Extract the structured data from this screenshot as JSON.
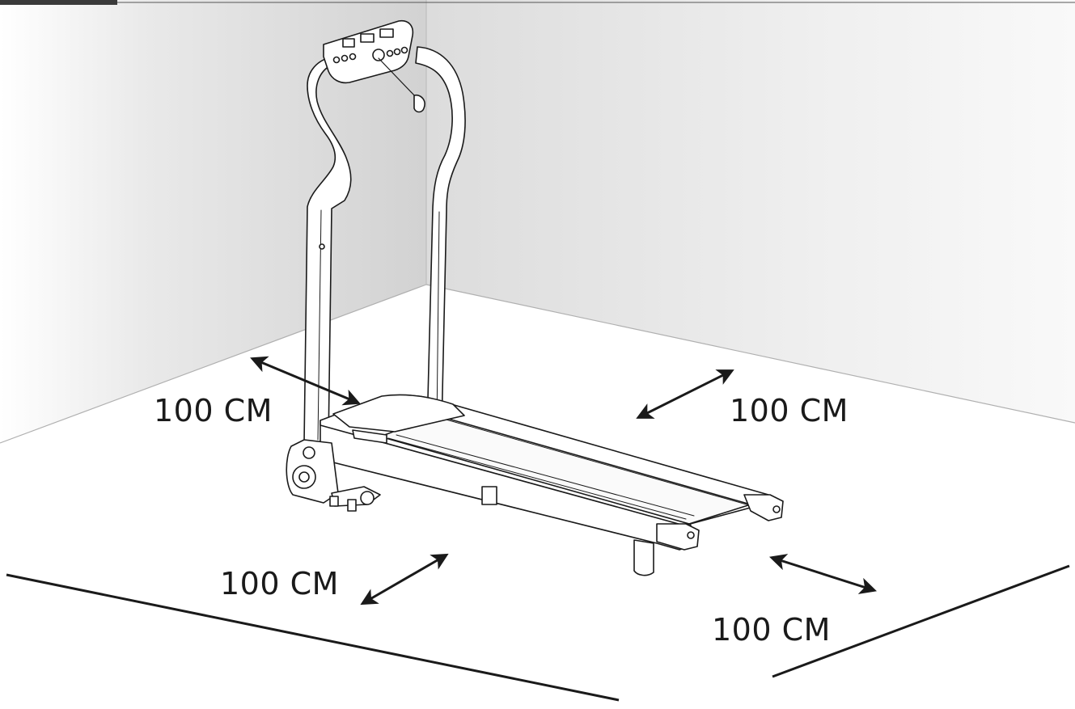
{
  "labels": {
    "back_left": "100 CM",
    "back_right": "100 CM",
    "front_left": "100 CM",
    "front_right": "100 CM"
  },
  "colors": {
    "wall_left": "#d8d8d8",
    "wall_right": "#e6e6e6",
    "line": "#1a1a1a",
    "arrow": "#1a1a1a"
  },
  "icons": {
    "treadmill": "treadmill-illustration",
    "arrows": "double-headed-arrow"
  }
}
